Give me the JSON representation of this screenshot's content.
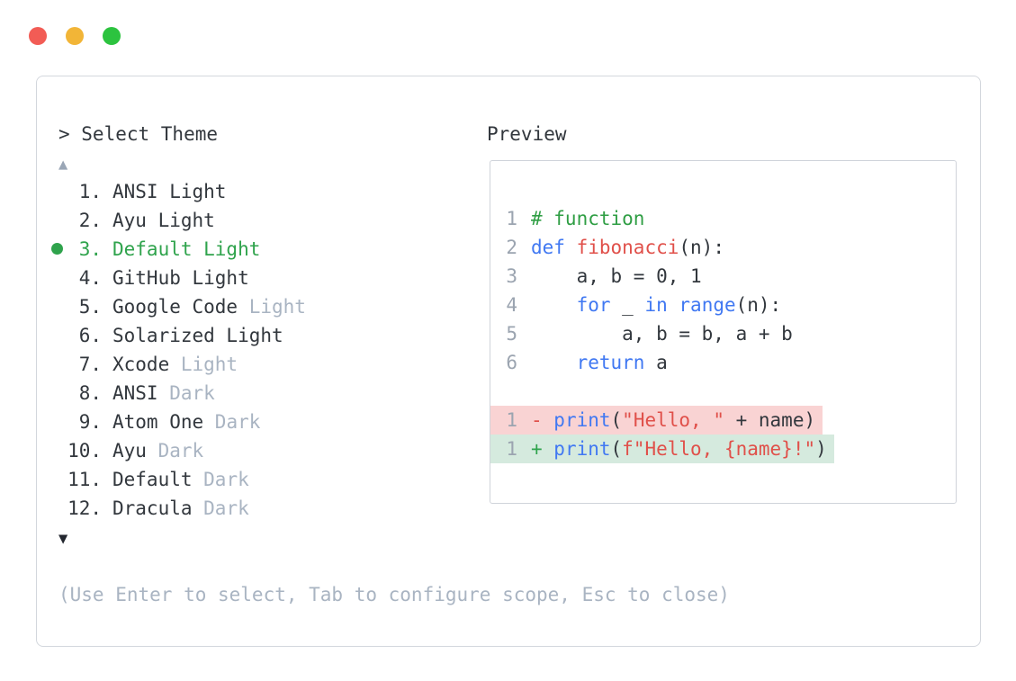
{
  "colors": {
    "accent_green": "#2fa34c",
    "text": "#32373d",
    "muted": "#a9b4c2",
    "line_number": "#9ba4b0",
    "keyword_blue": "#4078f2",
    "token_red": "#e0504a",
    "comment_green": "#2f9e44",
    "diff_removed_bg": "#f9d3d3",
    "diff_added_bg": "#d5eade",
    "panel_border": "#d3d7dd",
    "preview_border": "#cfd3da",
    "scroll_up_color": "#9aa6b6",
    "scroll_down_color": "#23272f",
    "traffic_red": "#f25c55",
    "traffic_yellow": "#f2b537",
    "traffic_green": "#2cc33f"
  },
  "window": {
    "controls": [
      {
        "name": "close-button",
        "color_key": "traffic_red"
      },
      {
        "name": "minimize-button",
        "color_key": "traffic_yellow"
      },
      {
        "name": "zoom-button",
        "color_key": "traffic_green"
      }
    ]
  },
  "theme_selector": {
    "title": "> Select Theme",
    "scroll_up_indicator": "▲",
    "scroll_down_indicator": "▼",
    "help_text": "(Use Enter to select, Tab to configure scope, Esc to close)",
    "items": [
      {
        "number": "1.",
        "name": "ANSI Light",
        "muted_suffix": "",
        "selected": false
      },
      {
        "number": "2.",
        "name": "Ayu Light",
        "muted_suffix": "",
        "selected": false
      },
      {
        "number": "3.",
        "name": "Default Light",
        "muted_suffix": "",
        "selected": true
      },
      {
        "number": "4.",
        "name": "GitHub Light",
        "muted_suffix": "",
        "selected": false
      },
      {
        "number": "5.",
        "name": "Google Code",
        "muted_suffix": "Light",
        "selected": false
      },
      {
        "number": "6.",
        "name": "Solarized Light",
        "muted_suffix": "",
        "selected": false
      },
      {
        "number": "7.",
        "name": "Xcode",
        "muted_suffix": "Light",
        "selected": false
      },
      {
        "number": "8.",
        "name": "ANSI",
        "muted_suffix": "Dark",
        "selected": false
      },
      {
        "number": "9.",
        "name": "Atom One",
        "muted_suffix": "Dark",
        "selected": false
      },
      {
        "number": "10.",
        "name": "Ayu",
        "muted_suffix": "Dark",
        "selected": false
      },
      {
        "number": "11.",
        "name": "Default",
        "muted_suffix": "Dark",
        "selected": false
      },
      {
        "number": "12.",
        "name": "Dracula",
        "muted_suffix": "Dark",
        "selected": false
      }
    ]
  },
  "preview": {
    "title": "Preview",
    "code_lines": [
      {
        "num": "1",
        "diff": "",
        "tokens": [
          {
            "t": "# function",
            "c": "comment"
          }
        ]
      },
      {
        "num": "2",
        "diff": "",
        "tokens": [
          {
            "t": "def",
            "c": "keyword"
          },
          {
            "t": " ",
            "c": "plain"
          },
          {
            "t": "fibonacci",
            "c": "function"
          },
          {
            "t": "(n):",
            "c": "plain"
          }
        ]
      },
      {
        "num": "3",
        "diff": "",
        "tokens": [
          {
            "t": "    a, b = 0, 1",
            "c": "plain"
          }
        ]
      },
      {
        "num": "4",
        "diff": "",
        "tokens": [
          {
            "t": "    ",
            "c": "plain"
          },
          {
            "t": "for",
            "c": "keyword"
          },
          {
            "t": " _ ",
            "c": "plain"
          },
          {
            "t": "in",
            "c": "keyword"
          },
          {
            "t": " ",
            "c": "plain"
          },
          {
            "t": "range",
            "c": "keyword"
          },
          {
            "t": "(n):",
            "c": "plain"
          }
        ]
      },
      {
        "num": "5",
        "diff": "",
        "tokens": [
          {
            "t": "        a, b = b, a + b",
            "c": "plain"
          }
        ]
      },
      {
        "num": "6",
        "diff": "",
        "tokens": [
          {
            "t": "    ",
            "c": "plain"
          },
          {
            "t": "return",
            "c": "keyword"
          },
          {
            "t": " a",
            "c": "plain"
          }
        ]
      },
      {
        "num": "",
        "diff": "",
        "tokens": []
      },
      {
        "num": "1",
        "diff": "removed",
        "tokens": [
          {
            "t": "- ",
            "c": "removed_sign"
          },
          {
            "t": "print",
            "c": "keyword"
          },
          {
            "t": "(",
            "c": "plain"
          },
          {
            "t": "\"Hello, \"",
            "c": "string"
          },
          {
            "t": " + name)",
            "c": "plain"
          }
        ]
      },
      {
        "num": "1",
        "diff": "added",
        "tokens": [
          {
            "t": "+ ",
            "c": "added_sign"
          },
          {
            "t": "print",
            "c": "keyword"
          },
          {
            "t": "(",
            "c": "plain"
          },
          {
            "t": "f\"Hello, {name}!\"",
            "c": "string"
          },
          {
            "t": ")",
            "c": "plain"
          }
        ]
      }
    ]
  }
}
